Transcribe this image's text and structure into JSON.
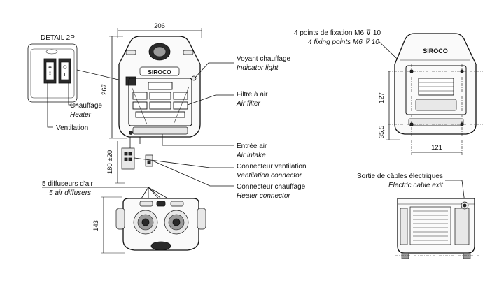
{
  "detail": {
    "title": "DÉTAIL 2P"
  },
  "dimensions": {
    "width": "206",
    "height": "267",
    "diffuser_depth": "143",
    "connector_offset": "180 ±20",
    "fix_height": "127",
    "fix_offset": "35,5",
    "fix_width": "121"
  },
  "labels": {
    "voyant_fr": "Voyant chauffage",
    "voyant_en": "Indicator light",
    "filtre_fr": "Filtre à air",
    "filtre_en": "Air filter",
    "entree_fr": "Entrée air",
    "entree_en": "Air intake",
    "conn_vent_fr": "Connecteur ventilation",
    "conn_vent_en": "Ventilation connector",
    "conn_chauf_fr": "Connecteur chauffage",
    "conn_chauf_en": "Heater connector",
    "chauffage_fr": "Chauffage",
    "chauffage_en": "Heater",
    "ventilation_fr": "Ventilation",
    "diffusers_fr": "5 diffuseurs d'air",
    "diffusers_en": "5 air diffusers",
    "fixing_fr": "4 points de fixation M6 ⊽ 10",
    "fixing_en": "4 fixing points M6 ⊽ 10",
    "cable_fr": "Sortie de câbles électriques",
    "cable_en": "Electric cable exit"
  },
  "brand": "SIROCO"
}
